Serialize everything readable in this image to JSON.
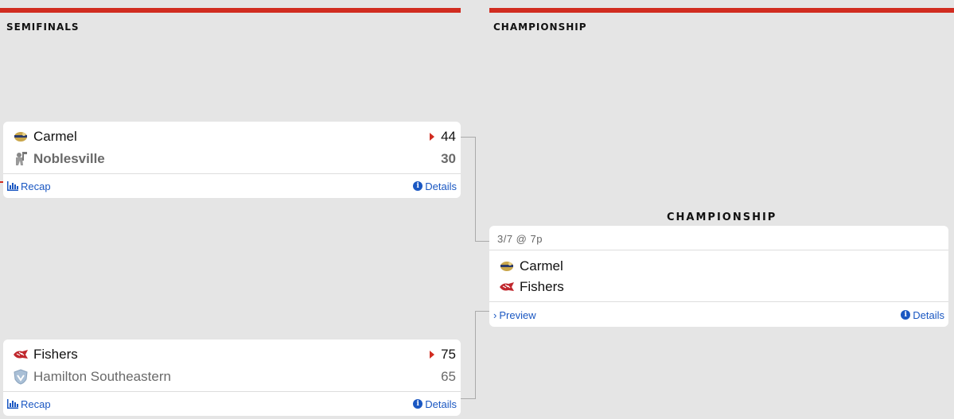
{
  "columns": {
    "semifinals_title": "SEMIFINALS",
    "championship_title": "CHAMPIONSHIP"
  },
  "colors": {
    "accent": "#d12c20",
    "link": "#1a57c2"
  },
  "semifinal1": {
    "team1": {
      "name": "Carmel",
      "score": "44",
      "logo": "carmel-greyhound-icon",
      "winner": true
    },
    "team2": {
      "name": "Noblesville",
      "score": "30",
      "logo": "noblesville-miller-icon",
      "winner": false
    },
    "recap_label": "Recap",
    "details_label": "Details"
  },
  "semifinal2": {
    "team1": {
      "name": "Fishers",
      "score": "75",
      "logo": "fishers-tiger-icon",
      "winner": true
    },
    "team2": {
      "name": "Hamilton Southeastern",
      "score": "65",
      "logo": "hse-royal-icon",
      "winner": false
    },
    "recap_label": "Recap",
    "details_label": "Details"
  },
  "championship": {
    "header": "CHAMPIONSHIP",
    "date": "3/7 @ 7p",
    "team1": {
      "name": "Carmel",
      "logo": "carmel-greyhound-icon"
    },
    "team2": {
      "name": "Fishers",
      "logo": "fishers-tiger-icon"
    },
    "preview_label": "Preview",
    "details_label": "Details"
  }
}
